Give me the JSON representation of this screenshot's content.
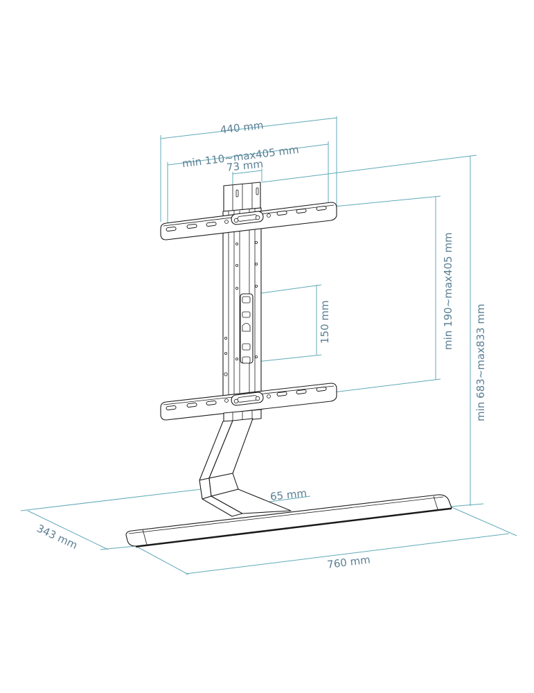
{
  "diagram": {
    "subject": "TV stand with adjustable VESA mounting arms",
    "colors": {
      "dimension_line": "#5fa8b8",
      "dimension_text": "#5a7f94",
      "part_outline": "#1a1a1a",
      "background": "#ffffff"
    },
    "dimensions": {
      "overall_arm_width": "440 mm",
      "arm_hole_span": "min 110~max405 mm",
      "column_width": "73 mm",
      "vertical_hole_span": "min 190~max405 mm",
      "column_slot_pitch": "150 mm",
      "overall_height": "min 683~max833 mm",
      "neck_width": "65 mm",
      "base_depth": "343 mm",
      "base_width": "760 mm"
    }
  }
}
